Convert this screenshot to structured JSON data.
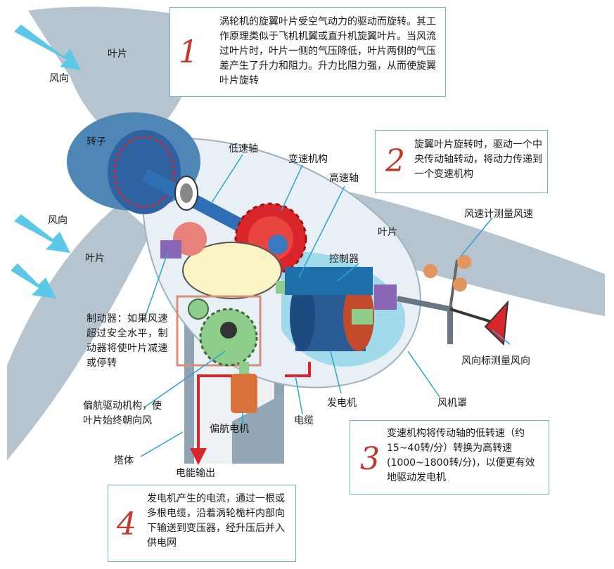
{
  "labels": {
    "blade_top": "叶片",
    "wind_top": "风向",
    "rotor": "转子",
    "wind_mid": "风向",
    "blade_left": "叶片",
    "low_speed_shaft": "低速轴",
    "gearbox": "变速机构",
    "high_speed_shaft": "高速轴",
    "blade_right": "叶片",
    "anemometer": "风速计测量风速",
    "controller": "控制器",
    "brake": "制动器：如果风速超过安全水平，制动器将使叶片减速或停转",
    "yaw_drive": "偏航驱动机构，使叶片始终朝向风",
    "yaw_motor": "偏航电机",
    "cable": "电缆",
    "generator": "发电机",
    "nacelle": "风机罩",
    "wind_vane": "风向标测量风向",
    "tower": "塔体",
    "power_output": "电能输出"
  },
  "boxes": [
    {
      "number": "1",
      "text": "涡轮机的旋翼叶片受空气动力的驱动而旋转。其工作原理类似于飞机机翼或直升机旋翼叶片。当风流过叶片时，叶片一侧的气压降低，叶片两侧的气压差产生了升力和阻力。升力比阻力强，从而使旋翼叶片旋转"
    },
    {
      "number": "2",
      "text": "旋翼叶片旋转时，驱动一个中央传动轴转动，将动力传递到一个变速机构"
    },
    {
      "number": "3",
      "text": "变速机构将传动轴的低转速（约15~40转/分）转换为高转速(1000~1800转/分)，以便更有效地驱动发电机"
    },
    {
      "number": "4",
      "text": "发电机产生的电流，通过一根或多根电缆，沿着涡轮桅杆内部向下输送到变压器，经升压后并入供电网"
    }
  ],
  "colors": {
    "blade": "#b6c4cf",
    "nacelle_inner": "#dbe7ef",
    "shaft": "#2e6fb5",
    "gear_red": "#d9262b",
    "gear_green": "#8fce8a",
    "arrow_blue": "#5bc8ea",
    "cable_red": "#d9262b",
    "box_border": "#6fb3c8",
    "number_red": "#c0392b"
  }
}
